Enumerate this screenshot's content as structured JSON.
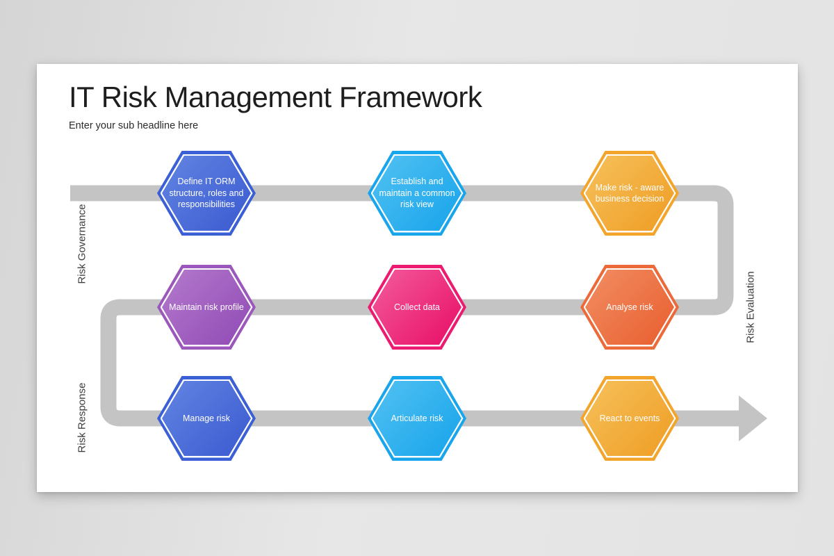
{
  "slide": {
    "title": "IT Risk Management Framework",
    "subtitle": "Enter your sub headline here"
  },
  "lanes": {
    "governance": "Risk Governance",
    "evaluation": "Risk Evaluation",
    "response": "Risk Response"
  },
  "nodes": [
    {
      "label": "Define IT ORM structure, roles and responsibilities",
      "color": "blue"
    },
    {
      "label": "Establish and maintain a common risk view",
      "color": "cyan"
    },
    {
      "label": "Make risk - aware business decision",
      "color": "amber"
    },
    {
      "label": "Maintain risk profile",
      "color": "purple"
    },
    {
      "label": "Collect data",
      "color": "pink"
    },
    {
      "label": "Analyse risk",
      "color": "coral"
    },
    {
      "label": "Manage risk",
      "color": "blue"
    },
    {
      "label": "Articulate risk",
      "color": "cyan"
    },
    {
      "label": "React to events",
      "color": "amber"
    }
  ],
  "colors": {
    "connector": "#C4C4C4",
    "blue": {
      "rim": "#3B60D5",
      "light": "#6285E2",
      "dark": "#4060D3"
    },
    "cyan": {
      "rim": "#17A5EC",
      "light": "#52C1F2",
      "dark": "#1FA8EC"
    },
    "amber": {
      "rim": "#F3A52B",
      "light": "#F6C15B",
      "dark": "#F0A22C"
    },
    "purple": {
      "rim": "#9C57BD",
      "light": "#B47ACD",
      "dark": "#9551B8"
    },
    "pink": {
      "rim": "#EC1A70",
      "light": "#F35C9D",
      "dark": "#EA196E"
    },
    "coral": {
      "rim": "#EC6A3A",
      "light": "#F18E63",
      "dark": "#EA6536"
    }
  }
}
